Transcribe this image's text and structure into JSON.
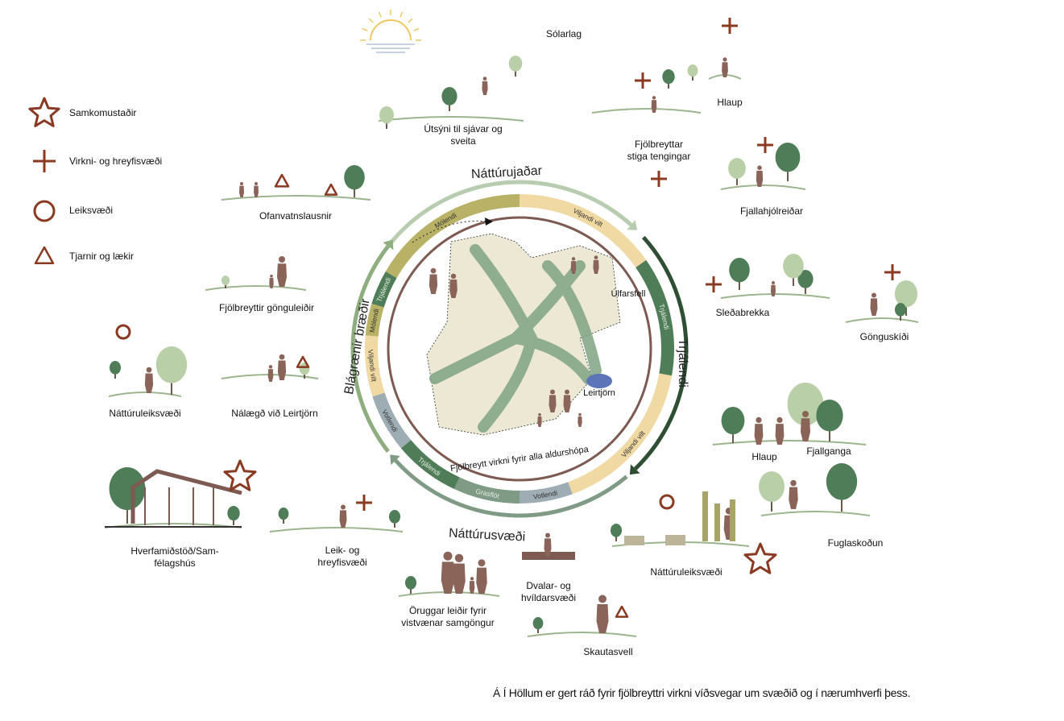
{
  "colors": {
    "accent": "#8b3a22",
    "tree": "#4f7d57",
    "lighttree": "#b9cfa8",
    "person": "#8a6458",
    "molendi": "#b9b266",
    "viljandi": "#f0d9a2",
    "trjalendi": "#4f7d57",
    "votlendi": "#9eadb3",
    "grasflot": "#7f9b85",
    "map": "#ece8d4",
    "water": "#5c74b8"
  },
  "legend": [
    {
      "icon": "star-icon",
      "label": "Samkomustaðir"
    },
    {
      "icon": "cross-icon",
      "label": "Virkni- og hreyfisvæði"
    },
    {
      "icon": "circle-icon",
      "label": "Leiksvæði"
    },
    {
      "icon": "triangle-icon",
      "label": "Tjarnir og lækir"
    }
  ],
  "ring": {
    "titles": {
      "top": "Náttúrujaðar",
      "right": "Trjálendi",
      "bottom": "Náttúrusvæði",
      "left": "Blágrænir bræðir"
    },
    "inner_caption": "Fjölbreytt virkni fyrir alla aldurshópa",
    "segments": [
      {
        "label": "Viljandi vilt",
        "type": "viljandi"
      },
      {
        "label": "Trjálendi",
        "type": "trjalendi"
      },
      {
        "label": "Viljandi vilt",
        "type": "viljandi"
      },
      {
        "label": "Votlendi",
        "type": "votlendi"
      },
      {
        "label": "Grasflöt",
        "type": "grasflot"
      },
      {
        "label": "Trjálendi",
        "type": "trjalendi"
      },
      {
        "label": "Votlendi",
        "type": "votlendi"
      },
      {
        "label": "Viljandi vilt",
        "type": "viljandi"
      },
      {
        "label": "Mólendi",
        "type": "molendi"
      },
      {
        "label": "Trjálendi",
        "type": "trjalendi"
      },
      {
        "label": "Mólendi",
        "type": "molendi"
      }
    ],
    "map_labels": {
      "mountain": "Úlfarsfell",
      "pond": "Leirtjörn"
    }
  },
  "vignettes": {
    "solarlag": "Sólarlag",
    "utsyni": [
      "Útsýni til sjávar og",
      "sveita"
    ],
    "hlaup1": "Hlaup",
    "stigar": [
      "Fjölbreyttar",
      "stiga tengingar"
    ],
    "fjallahjol": "Fjallahjólreiðar",
    "ofanvatn": "Ofanvatnslausnir",
    "gonguleidir": "Fjölbreyttir gönguleiðir",
    "sledabrekka": "Sleðabrekka",
    "gonguskidi": "Gönguskíði",
    "natturuleik1": "Náttúruleiksvæði",
    "naelaegd": "Nálægð við Leirtjörn",
    "hlaup2": "Hlaup",
    "fjallganga": "Fjallganga",
    "hverfamidstod": [
      "Hverfamiðstöð/Sam-",
      "félagshús"
    ],
    "leik": [
      "Leik- og",
      "hreyfisvæði"
    ],
    "fuglaskodun": "Fuglaskoðun",
    "natturuleik2": "Náttúruleiksvæði",
    "dvalar": [
      "Dvalar- og",
      "hvíldarsvæði"
    ],
    "oruggar": [
      "Öruggar leiðir fyrir",
      "vistvænar samgöngur"
    ],
    "skautasvell": "Skautasvell"
  },
  "footer": "Á Í Höllum er gert ráð fyrir fjölbreyttri virkni víðsvegar um svæðið og í nærumhverfi þess."
}
